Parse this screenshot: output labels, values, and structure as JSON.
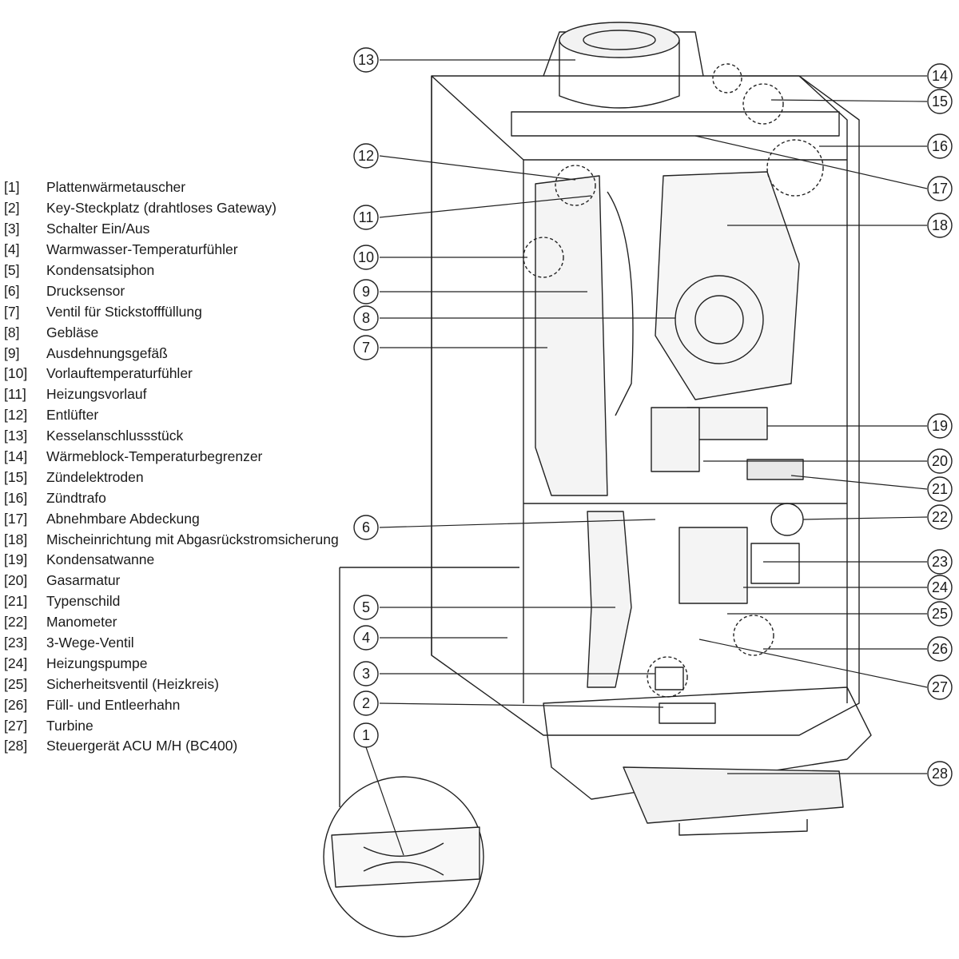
{
  "legend": [
    {
      "num": "[1]",
      "label": "Plattenwärmetauscher"
    },
    {
      "num": "[2]",
      "label": "Key-Steckplatz (drahtloses Gateway)"
    },
    {
      "num": "[3]",
      "label": "Schalter Ein/Aus"
    },
    {
      "num": "[4]",
      "label": "Warmwasser-Temperaturfühler"
    },
    {
      "num": "[5]",
      "label": "Kondensatsiphon"
    },
    {
      "num": "[6]",
      "label": "Drucksensor"
    },
    {
      "num": "[7]",
      "label": "Ventil für Stickstofffüllung"
    },
    {
      "num": "[8]",
      "label": "Gebläse"
    },
    {
      "num": "[9]",
      "label": "Ausdehnungsgefäß"
    },
    {
      "num": "[10]",
      "label": "Vorlauftemperaturfühler"
    },
    {
      "num": "[11]",
      "label": "Heizungsvorlauf"
    },
    {
      "num": "[12]",
      "label": "Entlüfter"
    },
    {
      "num": "[13]",
      "label": "Kesselanschlussstück"
    },
    {
      "num": "[14]",
      "label": "Wärmeblock-Temperaturbegrenzer"
    },
    {
      "num": "[15]",
      "label": "Zündelektroden"
    },
    {
      "num": "[16]",
      "label": "Zündtrafo"
    },
    {
      "num": "[17]",
      "label": "Abnehmbare Abdeckung"
    },
    {
      "num": "[18]",
      "label": "Mischeinrichtung mit Abgasrückstromsicherung"
    },
    {
      "num": "[19]",
      "label": "Kondensatwanne"
    },
    {
      "num": "[20]",
      "label": "Gasarmatur"
    },
    {
      "num": "[21]",
      "label": "Typenschild"
    },
    {
      "num": "[22]",
      "label": "Manometer"
    },
    {
      "num": "[23]",
      "label": "3-Wege-Ventil"
    },
    {
      "num": "[24]",
      "label": "Heizungspumpe"
    },
    {
      "num": "[25]",
      "label": "Sicherheitsventil (Heizkreis)"
    },
    {
      "num": "[26]",
      "label": "Füll- und Entleerhahn"
    },
    {
      "num": "[27]",
      "label": "Turbine"
    },
    {
      "num": "[28]",
      "label": "Steuergerät ACU M/H (BC400)"
    }
  ],
  "callouts": {
    "c1": "1",
    "c2": "2",
    "c3": "3",
    "c4": "4",
    "c5": "5",
    "c6": "6",
    "c7": "7",
    "c8": "8",
    "c9": "9",
    "c10": "10",
    "c11": "11",
    "c12": "12",
    "c13": "13",
    "c14": "14",
    "c15": "15",
    "c16": "16",
    "c17": "17",
    "c18": "18",
    "c19": "19",
    "c20": "20",
    "c21": "21",
    "c22": "22",
    "c23": "23",
    "c24": "24",
    "c25": "25",
    "c26": "26",
    "c27": "27",
    "c28": "28"
  }
}
